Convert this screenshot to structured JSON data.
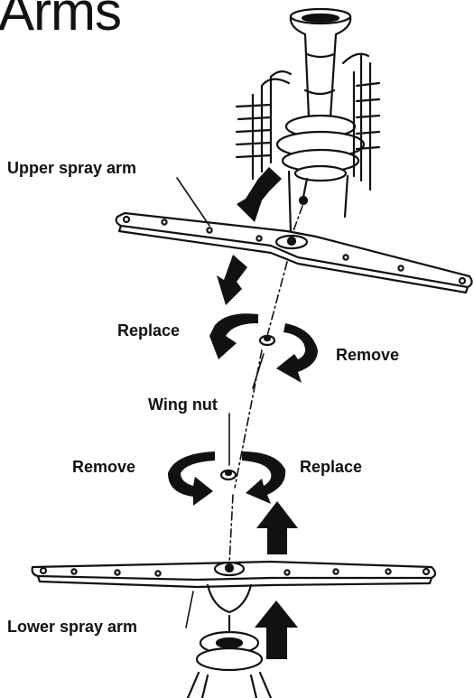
{
  "title": "Arms",
  "labels": {
    "upper_spray_arm": "Upper spray arm",
    "replace_top": "Replace",
    "remove_top": "Remove",
    "wing_nut": "Wing nut",
    "remove_bottom": "Remove",
    "replace_bottom": "Replace",
    "lower_spray_arm": "Lower spray arm"
  },
  "colors": {
    "ink": "#111111",
    "paper": "#ffffff"
  }
}
